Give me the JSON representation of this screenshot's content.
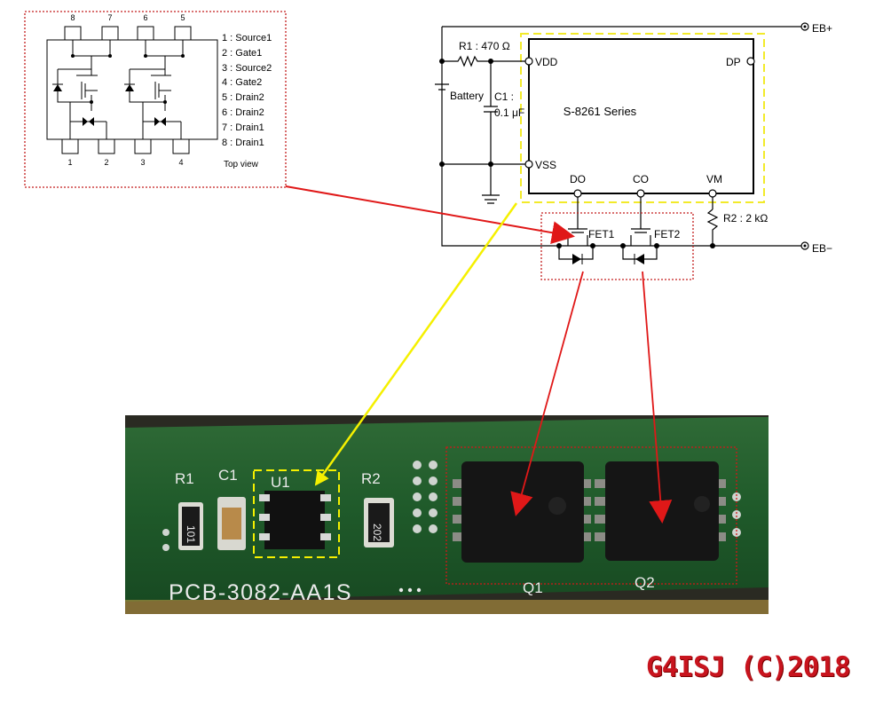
{
  "pinout": {
    "top_pin_numbers": [
      "8",
      "7",
      "6",
      "5"
    ],
    "bottom_pin_numbers": [
      "1",
      "2",
      "3",
      "4"
    ],
    "pins": [
      "1 : Source1",
      "2 : Gate1",
      "3 : Source2",
      "4 : Gate2",
      "5 : Drain2",
      "6 : Drain2",
      "7 : Drain1",
      "8 : Drain1"
    ],
    "view_label": "Top view"
  },
  "schematic": {
    "ic_name": "S-8261 Series",
    "pin_vdd": "VDD",
    "pin_vss": "VSS",
    "pin_dp": "DP",
    "pin_do": "DO",
    "pin_co": "CO",
    "pin_vm": "VM",
    "r1": "R1 : 470 Ω",
    "c1_line1": "C1 :",
    "c1_line2": "0.1 μF",
    "battery": "Battery",
    "r2": "R2 : 2 kΩ",
    "fet1": "FET1",
    "fet2": "FET2",
    "eb_plus": "EB+",
    "eb_minus": "EB−"
  },
  "pcb": {
    "r1": "R1",
    "c1": "C1",
    "u1": "U1",
    "r2": "R2",
    "r1_code": "101",
    "r2_code": "202",
    "board_id": "PCB-3082-AA1S",
    "q1": "Q1",
    "q2": "Q2"
  },
  "colors": {
    "callout_red": "#d91e1e",
    "callout_yellow": "#f5f000",
    "pcb_green": "#1f5a2a"
  },
  "credit": "G4ISJ (C)2018"
}
